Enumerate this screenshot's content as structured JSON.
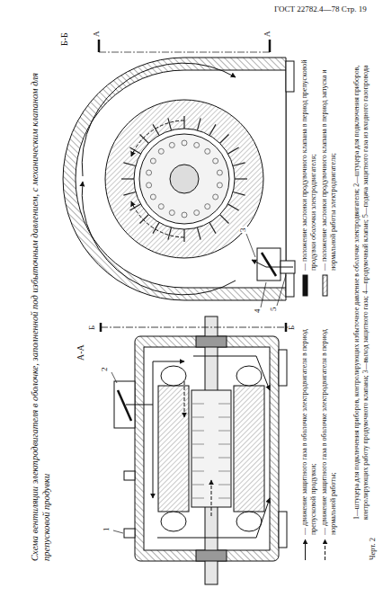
{
  "diagram": {
    "title": "Схема вентиляции электродвигателя в оболочке, заполненной под избыточным давлением, с механическим клапаном для препусковой продувки",
    "labels": [
      "ГОСТ 22782.4—78 Стр. 19",
      "А-А",
      "Б",
      "Б",
      "2",
      "1",
      "Б-Б",
      "А",
      "А",
      "3",
      "4",
      "5",
      "1—штуцера для подключения приборов, контролирующих избыточное давление в оболочке электродвигателя; 2—штуцера для подключения приборов, контролирующих работу продувочного клапана; 3—выход защитного газа; 4—продувочный клапан; 5—подача защитного газа из входного газопровода",
      "Черт. 2"
    ],
    "legend": [
      {
        "text": "— движение защитного газа в оболочке электродвигателя в период препусковой продувки;"
      },
      {
        "text": "— движение защитного газа в оболочке электродвигателя в период нормальной работы;"
      },
      {
        "text": "— положение заслонки продувочного клапана в период препусковой продувки оболочки электродвигателя;"
      },
      {
        "text": "— положение заслонки продувочного клапана в период запуска и нормальной работы электродвигателя;"
      }
    ]
  }
}
